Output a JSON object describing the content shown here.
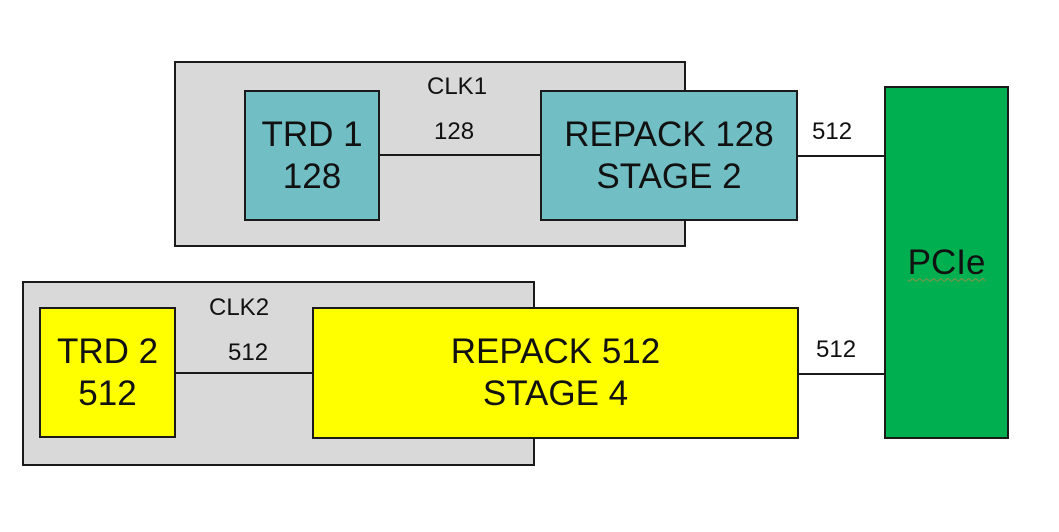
{
  "colors": {
    "clock_domain_fill": "#d9d9d9",
    "width_128_fill": "#71bfc4",
    "width_512_fill": "#ffff00",
    "pcie_fill": "#00b050",
    "stroke": "#1a1a1a"
  },
  "clk1": {
    "label": "CLK1",
    "trd": {
      "line1": "TRD 1",
      "line2": "128"
    },
    "link_label": "128",
    "repack": {
      "line1": "REPACK 128",
      "line2": "STAGE 2"
    },
    "out_label": "512"
  },
  "clk2": {
    "label": "CLK2",
    "trd": {
      "line1": "TRD 2",
      "line2": "512"
    },
    "link_label": "512",
    "repack": {
      "line1": "REPACK 512",
      "line2": "STAGE 4"
    },
    "out_label": "512"
  },
  "pcie": {
    "label": "PCIe"
  }
}
